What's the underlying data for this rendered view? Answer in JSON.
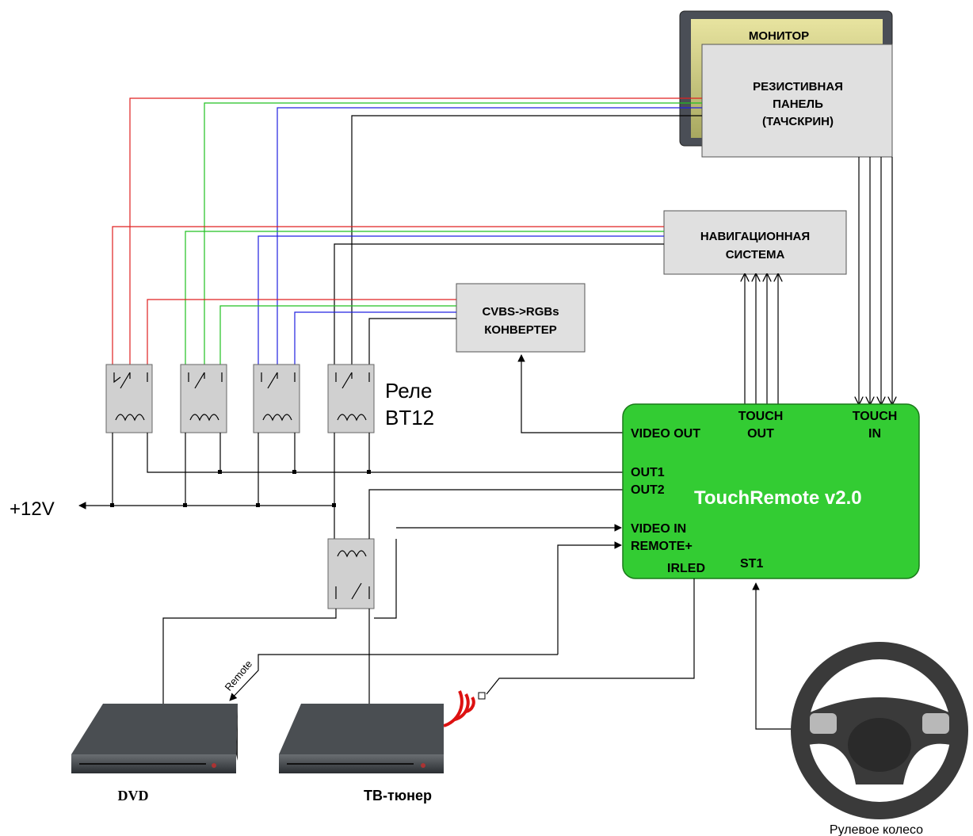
{
  "labels": {
    "monitor": "МОНИТОР",
    "touchscreen_line1": "РЕЗИСТИВНАЯ",
    "touchscreen_line2": "ПАНЕЛЬ",
    "touchscreen_line3": "(ТАЧСКРИН)",
    "nav_line1": "НАВИГАЦИОННАЯ",
    "nav_line2": "СИСТЕМА",
    "conv_line1": "CVBS->RGBs",
    "conv_line2": "КОНВЕРТЕР",
    "relay_line1": "Реле",
    "relay_line2": "BT12",
    "power": "+12V",
    "module_title": "TouchRemote v2.0",
    "video_out": "VIDEO OUT",
    "touch_out_1": "TOUCH",
    "touch_out_2": "OUT",
    "touch_in_1": "TOUCH",
    "touch_in_2": "IN",
    "out1": "OUT1",
    "out2": "OUT2",
    "video_in": "VIDEO IN",
    "remote_plus": "REMOTE+",
    "irled": "IRLED",
    "st1": "ST1",
    "remote": "Remote",
    "dvd": "DVD",
    "tv_tuner": "ТВ-тюнер",
    "steering_wheel": "Рулевое колесо"
  },
  "colors": {
    "module_green": "#33cc33",
    "box_gray": "#e0e0e0",
    "wire_red": "#e02020",
    "wire_green": "#20c020",
    "wire_blue": "#2020e0",
    "ir_red": "#dd1111"
  }
}
